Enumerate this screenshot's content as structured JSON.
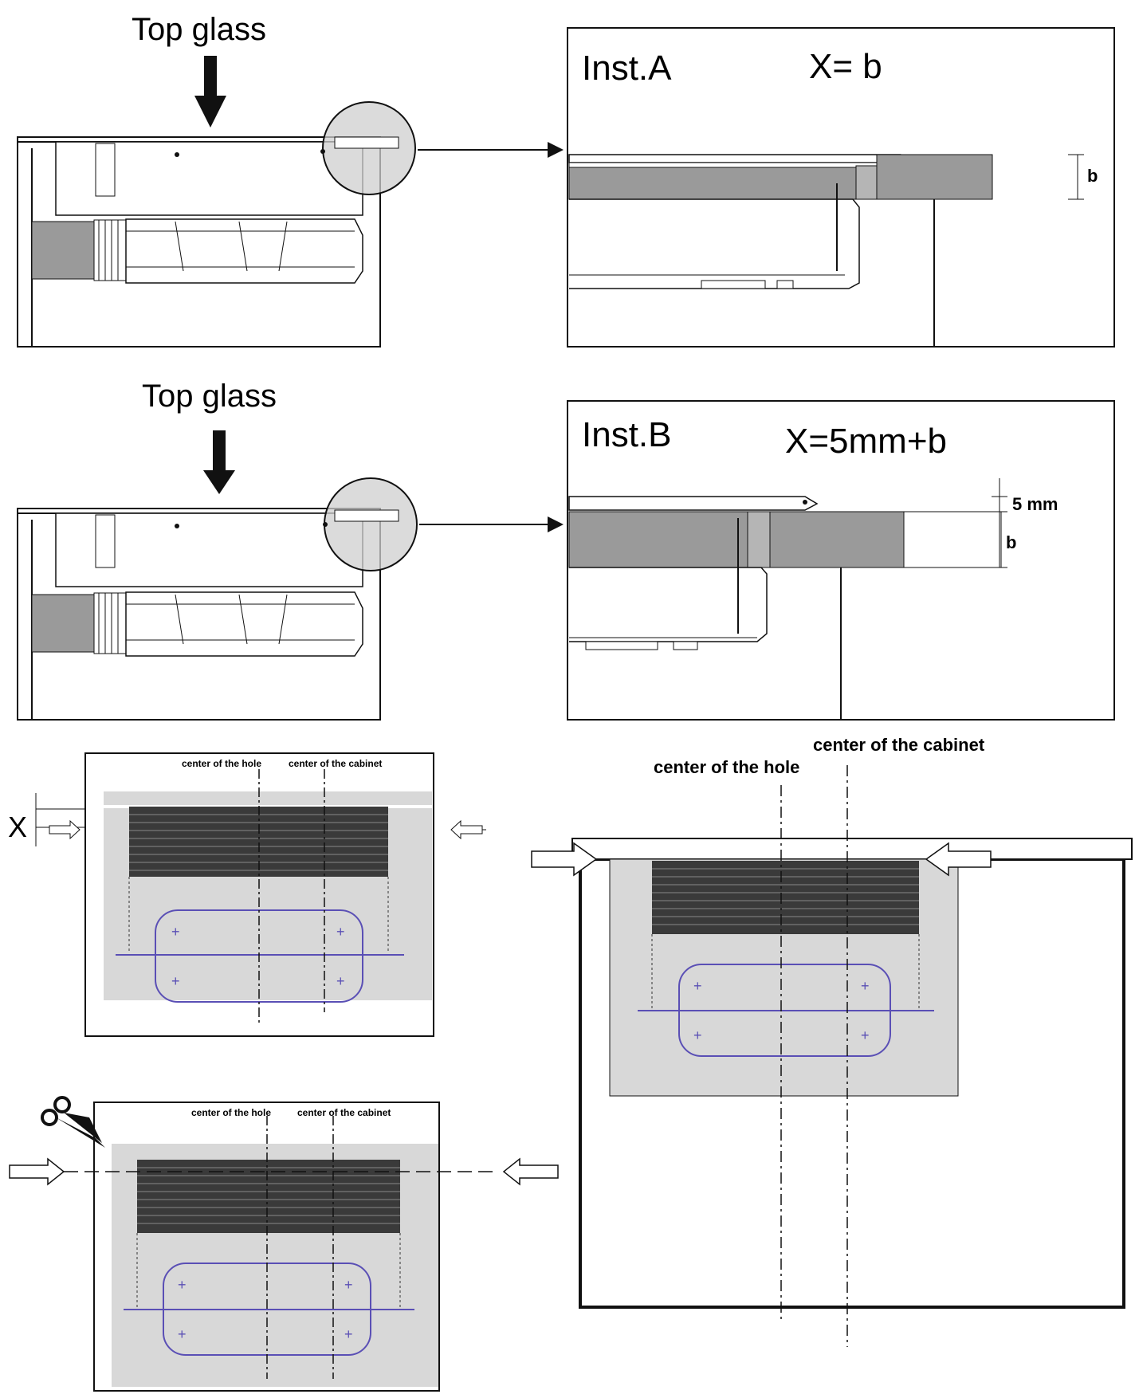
{
  "panels": {
    "top_left": {
      "label": "Top glass"
    },
    "mid_left": {
      "label": "Top glass"
    },
    "inst_a": {
      "title": "Inst.A",
      "formula": "X= b",
      "dim": "b"
    },
    "inst_b": {
      "title": "Inst.B",
      "formula": "X=5mm+b",
      "dim_gap": "5 mm",
      "dim": "b"
    },
    "plan_top_left": {
      "hole_label": "center of the hole",
      "cabinet_label": "center of the cabinet",
      "x_label": "X"
    },
    "plan_bottom_left": {
      "hole_label": "center of the hole",
      "cabinet_label": "center of the cabinet"
    },
    "plan_right": {
      "hole_label": "center of the hole",
      "cabinet_label": "center of the cabinet"
    }
  },
  "colors": {
    "line": "#111111",
    "grey_fill": "#9a9a9a",
    "plate": "#d8d8d8",
    "burner": "#5a4fb5",
    "coil": "#333333"
  },
  "icons": [
    "down-arrow-icon",
    "zoom-circle-icon",
    "push-arrow-icon",
    "scissors-icon"
  ]
}
